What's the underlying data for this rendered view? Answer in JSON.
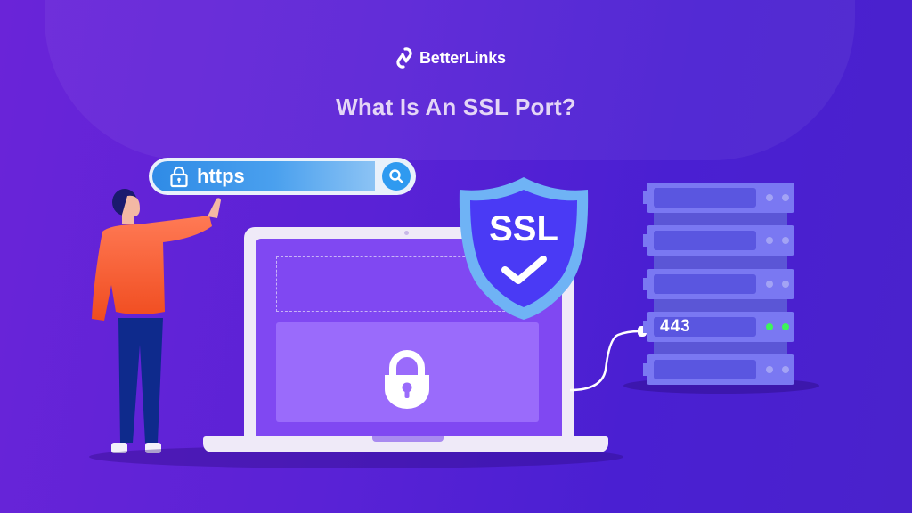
{
  "brand": {
    "name": "BetterLinks",
    "icon": "chain-link-icon"
  },
  "title": "What Is An SSL Port?",
  "search_bar": {
    "value": "https",
    "lock_icon": "lock-icon",
    "button_icon": "search-icon"
  },
  "shield": {
    "label": "SSL",
    "icon": "checkmark-icon"
  },
  "laptop": {
    "screen_icon": "padlock-icon"
  },
  "server": {
    "port_label": "443",
    "units": 5,
    "active_unit": 4
  },
  "colors": {
    "background": "#5a22d6",
    "shield_fill": "#4a3af5",
    "shield_border": "#6fb3f5",
    "server": "#7a78f2",
    "led_on": "#3df55a",
    "search_field": "#2f8be6"
  }
}
